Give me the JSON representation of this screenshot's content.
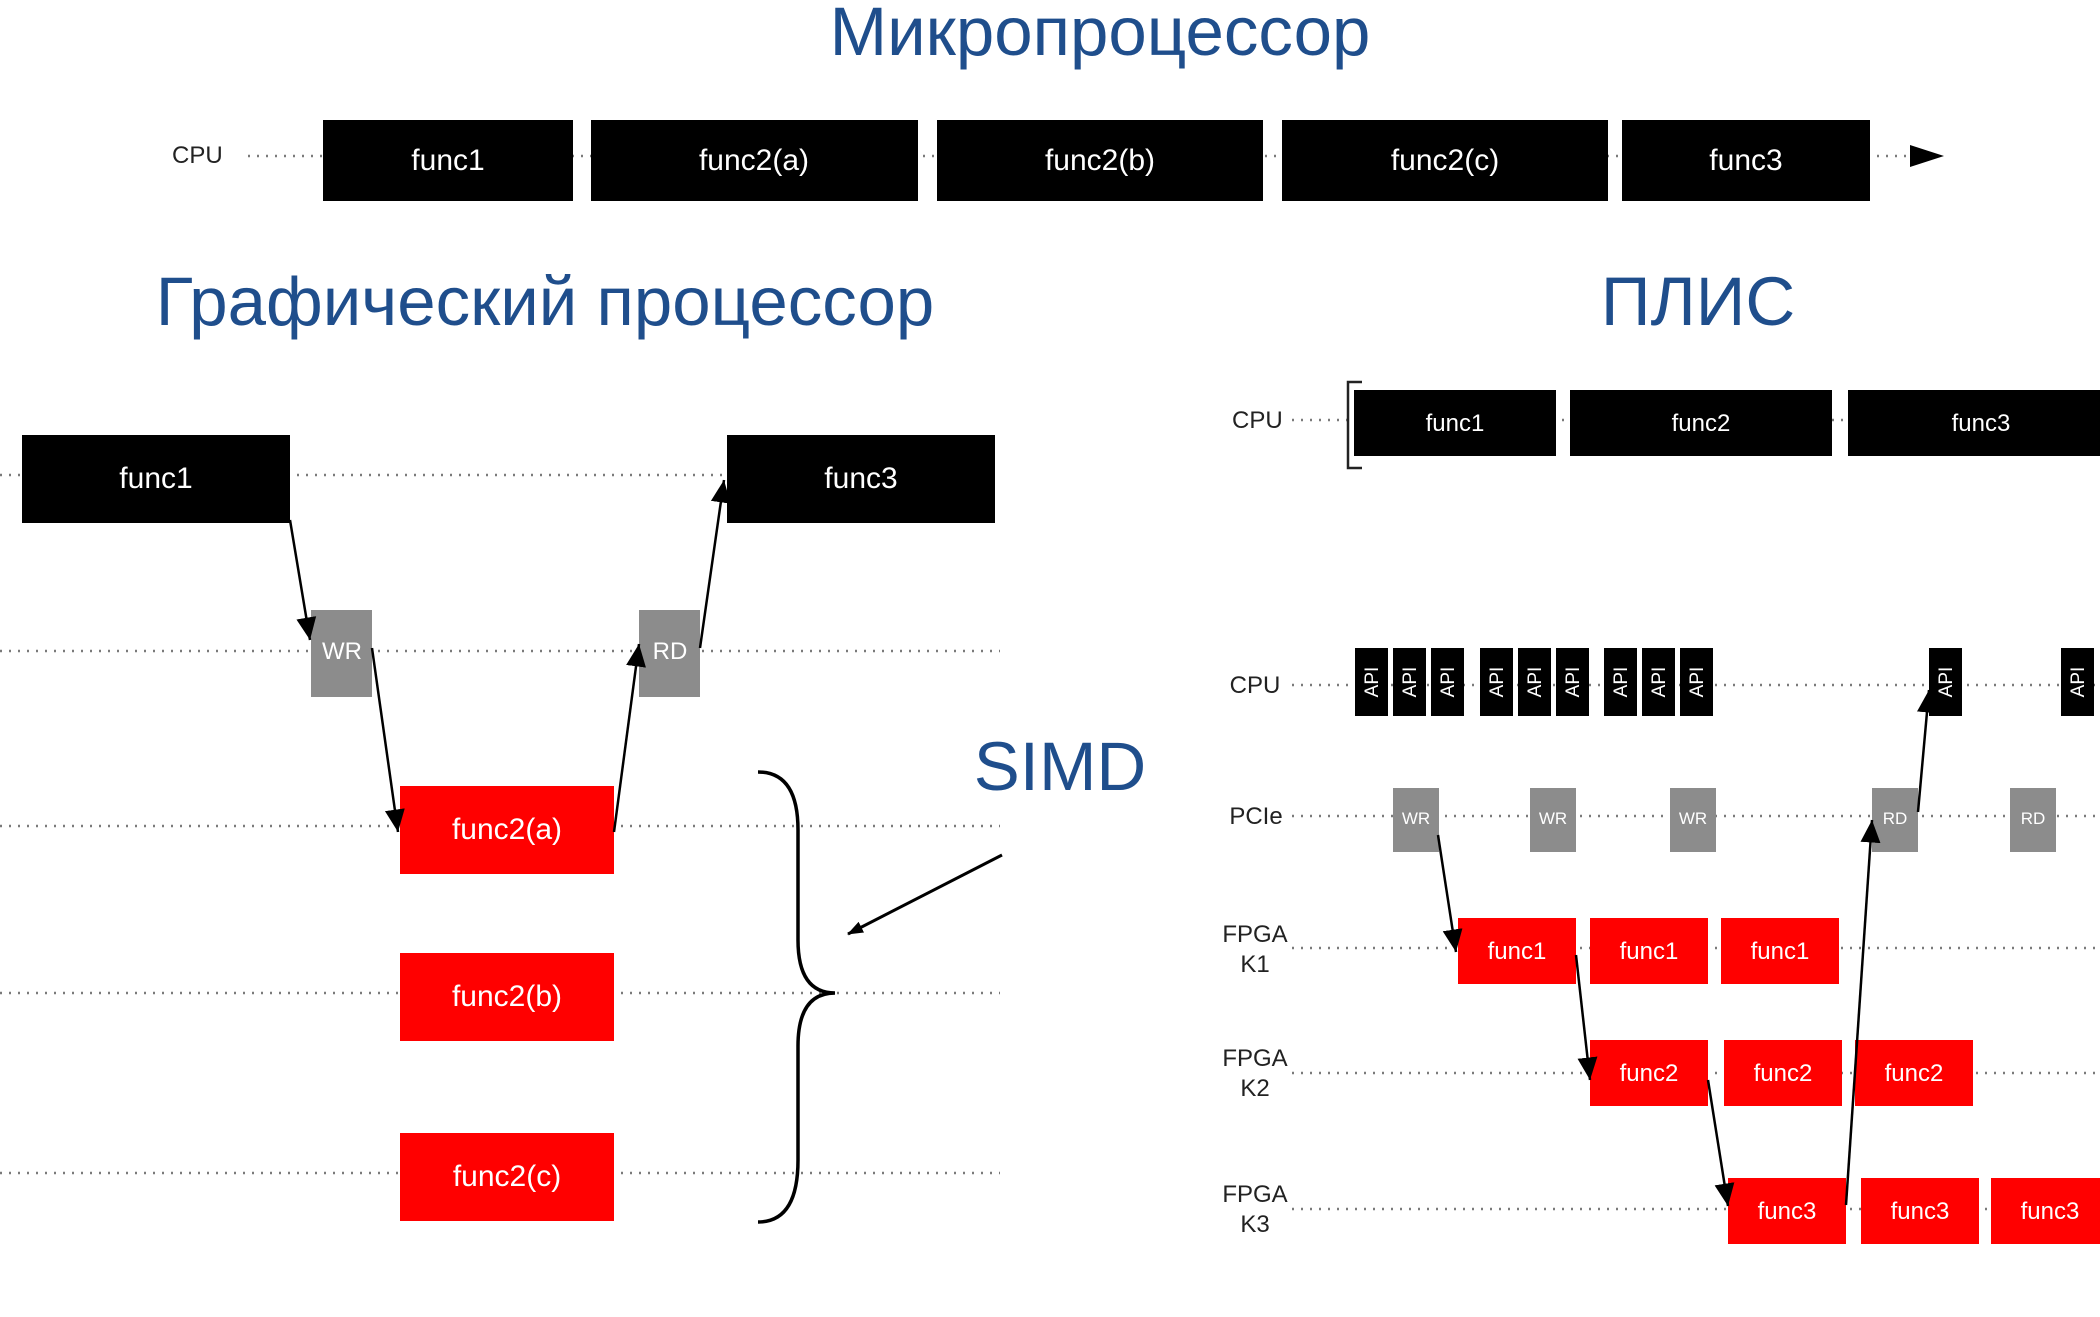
{
  "colors": {
    "title": "#1f4e8c",
    "block_black": "#000000",
    "block_red": "#ff0000",
    "block_gray": "#8c8c8c",
    "text_white": "#ffffff",
    "text_dark": "#222222"
  },
  "cpu_section": {
    "title": "Микропроцессор",
    "lane_label": "CPU",
    "blocks": [
      "func1",
      "func2(a)",
      "func2(b)",
      "func2(c)",
      "func3"
    ]
  },
  "gpu_section": {
    "title": "Графический процессор",
    "simd_label": "SIMD",
    "host_blocks": [
      "func1",
      "func3"
    ],
    "transfers": [
      "WR",
      "RD"
    ],
    "kernels": [
      "func2(a)",
      "func2(b)",
      "func2(c)"
    ]
  },
  "fpga_section": {
    "title": "ПЛИС",
    "top_cpu": {
      "lane_label": "CPU",
      "blocks": [
        "func1",
        "func2",
        "func3"
      ]
    },
    "lanes": [
      {
        "label_line1": "CPU",
        "label_line2": ""
      },
      {
        "label_line1": "PCIe",
        "label_line2": ""
      },
      {
        "label_line1": "FPGA",
        "label_line2": "K1"
      },
      {
        "label_line1": "FPGA",
        "label_line2": "K2"
      },
      {
        "label_line1": "FPGA",
        "label_line2": "K3"
      }
    ],
    "api_label": "API",
    "api_count": 11,
    "pcie_ops": [
      "WR",
      "WR",
      "WR",
      "RD",
      "RD"
    ],
    "k1_blocks": [
      "func1",
      "func1",
      "func1"
    ],
    "k2_blocks": [
      "func2",
      "func2",
      "func2"
    ],
    "k3_blocks": [
      "func3",
      "func3",
      "func3"
    ]
  }
}
